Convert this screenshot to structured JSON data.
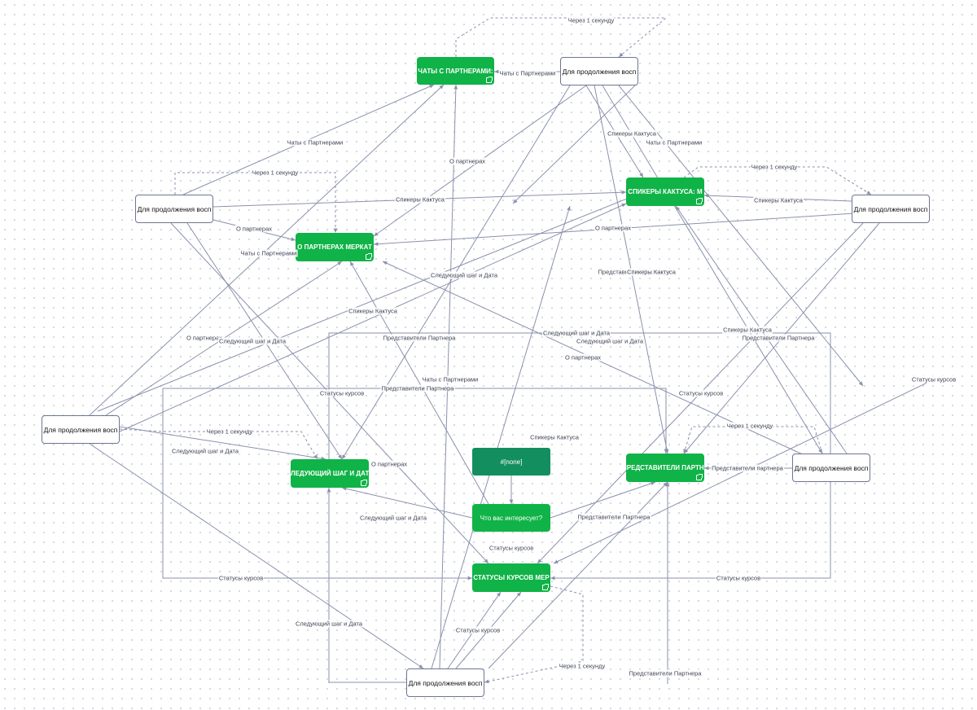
{
  "diagram": {
    "nodes": {
      "chaty": "ЧАТЫ С ПАРТНЕРАМИ:",
      "partn": "О ПАРТНЕРАХ   МЕРКАТ",
      "spik": "СПИКЕРЫ КАКТУСА:   М",
      "sled": "СЛЕДУЮЩИЙ ШАГ И ДАТА",
      "pred": "ПРЕДСТАВИТЕЛИ ПАРТНЕ",
      "stat": "СТАТУСЫ КУРСОВ   МЕР",
      "none": "#[none]",
      "q": "Что вас интересует?",
      "w1": "Для продолжения восп",
      "w2": "Для продолжения восп",
      "w3": "Для продолжения восп",
      "w4": "Для продолжения восп",
      "w5": "Для продолжения восп",
      "w6": "Для продолжения восп"
    },
    "labels": [
      "Через 1 секунду",
      "Чаты с Партнерами",
      "Чаты с Партнерами",
      "Спикеры Кактуса",
      "Чаты с Партнерами",
      "Через 1 секунду",
      "О партнерах",
      "Через 1 секунду",
      "Спикеры Кактуса",
      "О партнерах",
      "Спикеры Кактуса",
      "О партнерах",
      "Чаты с Партнерами",
      "Следующий шаг и Дата",
      "Представители Партнера",
      "Спикеры Кактуса",
      "О партнерах",
      "Следующий шаг и Дата",
      "Представители Партнера",
      "Следующий шаг и Дата",
      "Следующий шаг и Дата",
      "Спикеры Кактуса",
      "Представители Партнера",
      "О партнерах",
      "Чаты с Партнерами",
      "Представители Партнера",
      "Статусы курсов",
      "Статусы курсов",
      "Статусы курсов",
      "Через 1 секунду",
      "Через 1 секунду",
      "Следующий шаг и Дата",
      "Спикеры Кактуса",
      "Представители партнера",
      "О партнерах",
      "Следующий шаг и Дата",
      "Представители Партнера",
      "Статусы курсов",
      "Статусы курсов",
      "Статусы курсов",
      "Следующий шаг и Дата",
      "Статусы курсов",
      "Через 1 секунду",
      "Представители Партнера",
      "Спикеры Кактуса"
    ]
  },
  "colors": {
    "edge": "#8a91ad",
    "action_node": "#10b347",
    "none_node": "#138f5f",
    "node_border": "#6e7591"
  }
}
